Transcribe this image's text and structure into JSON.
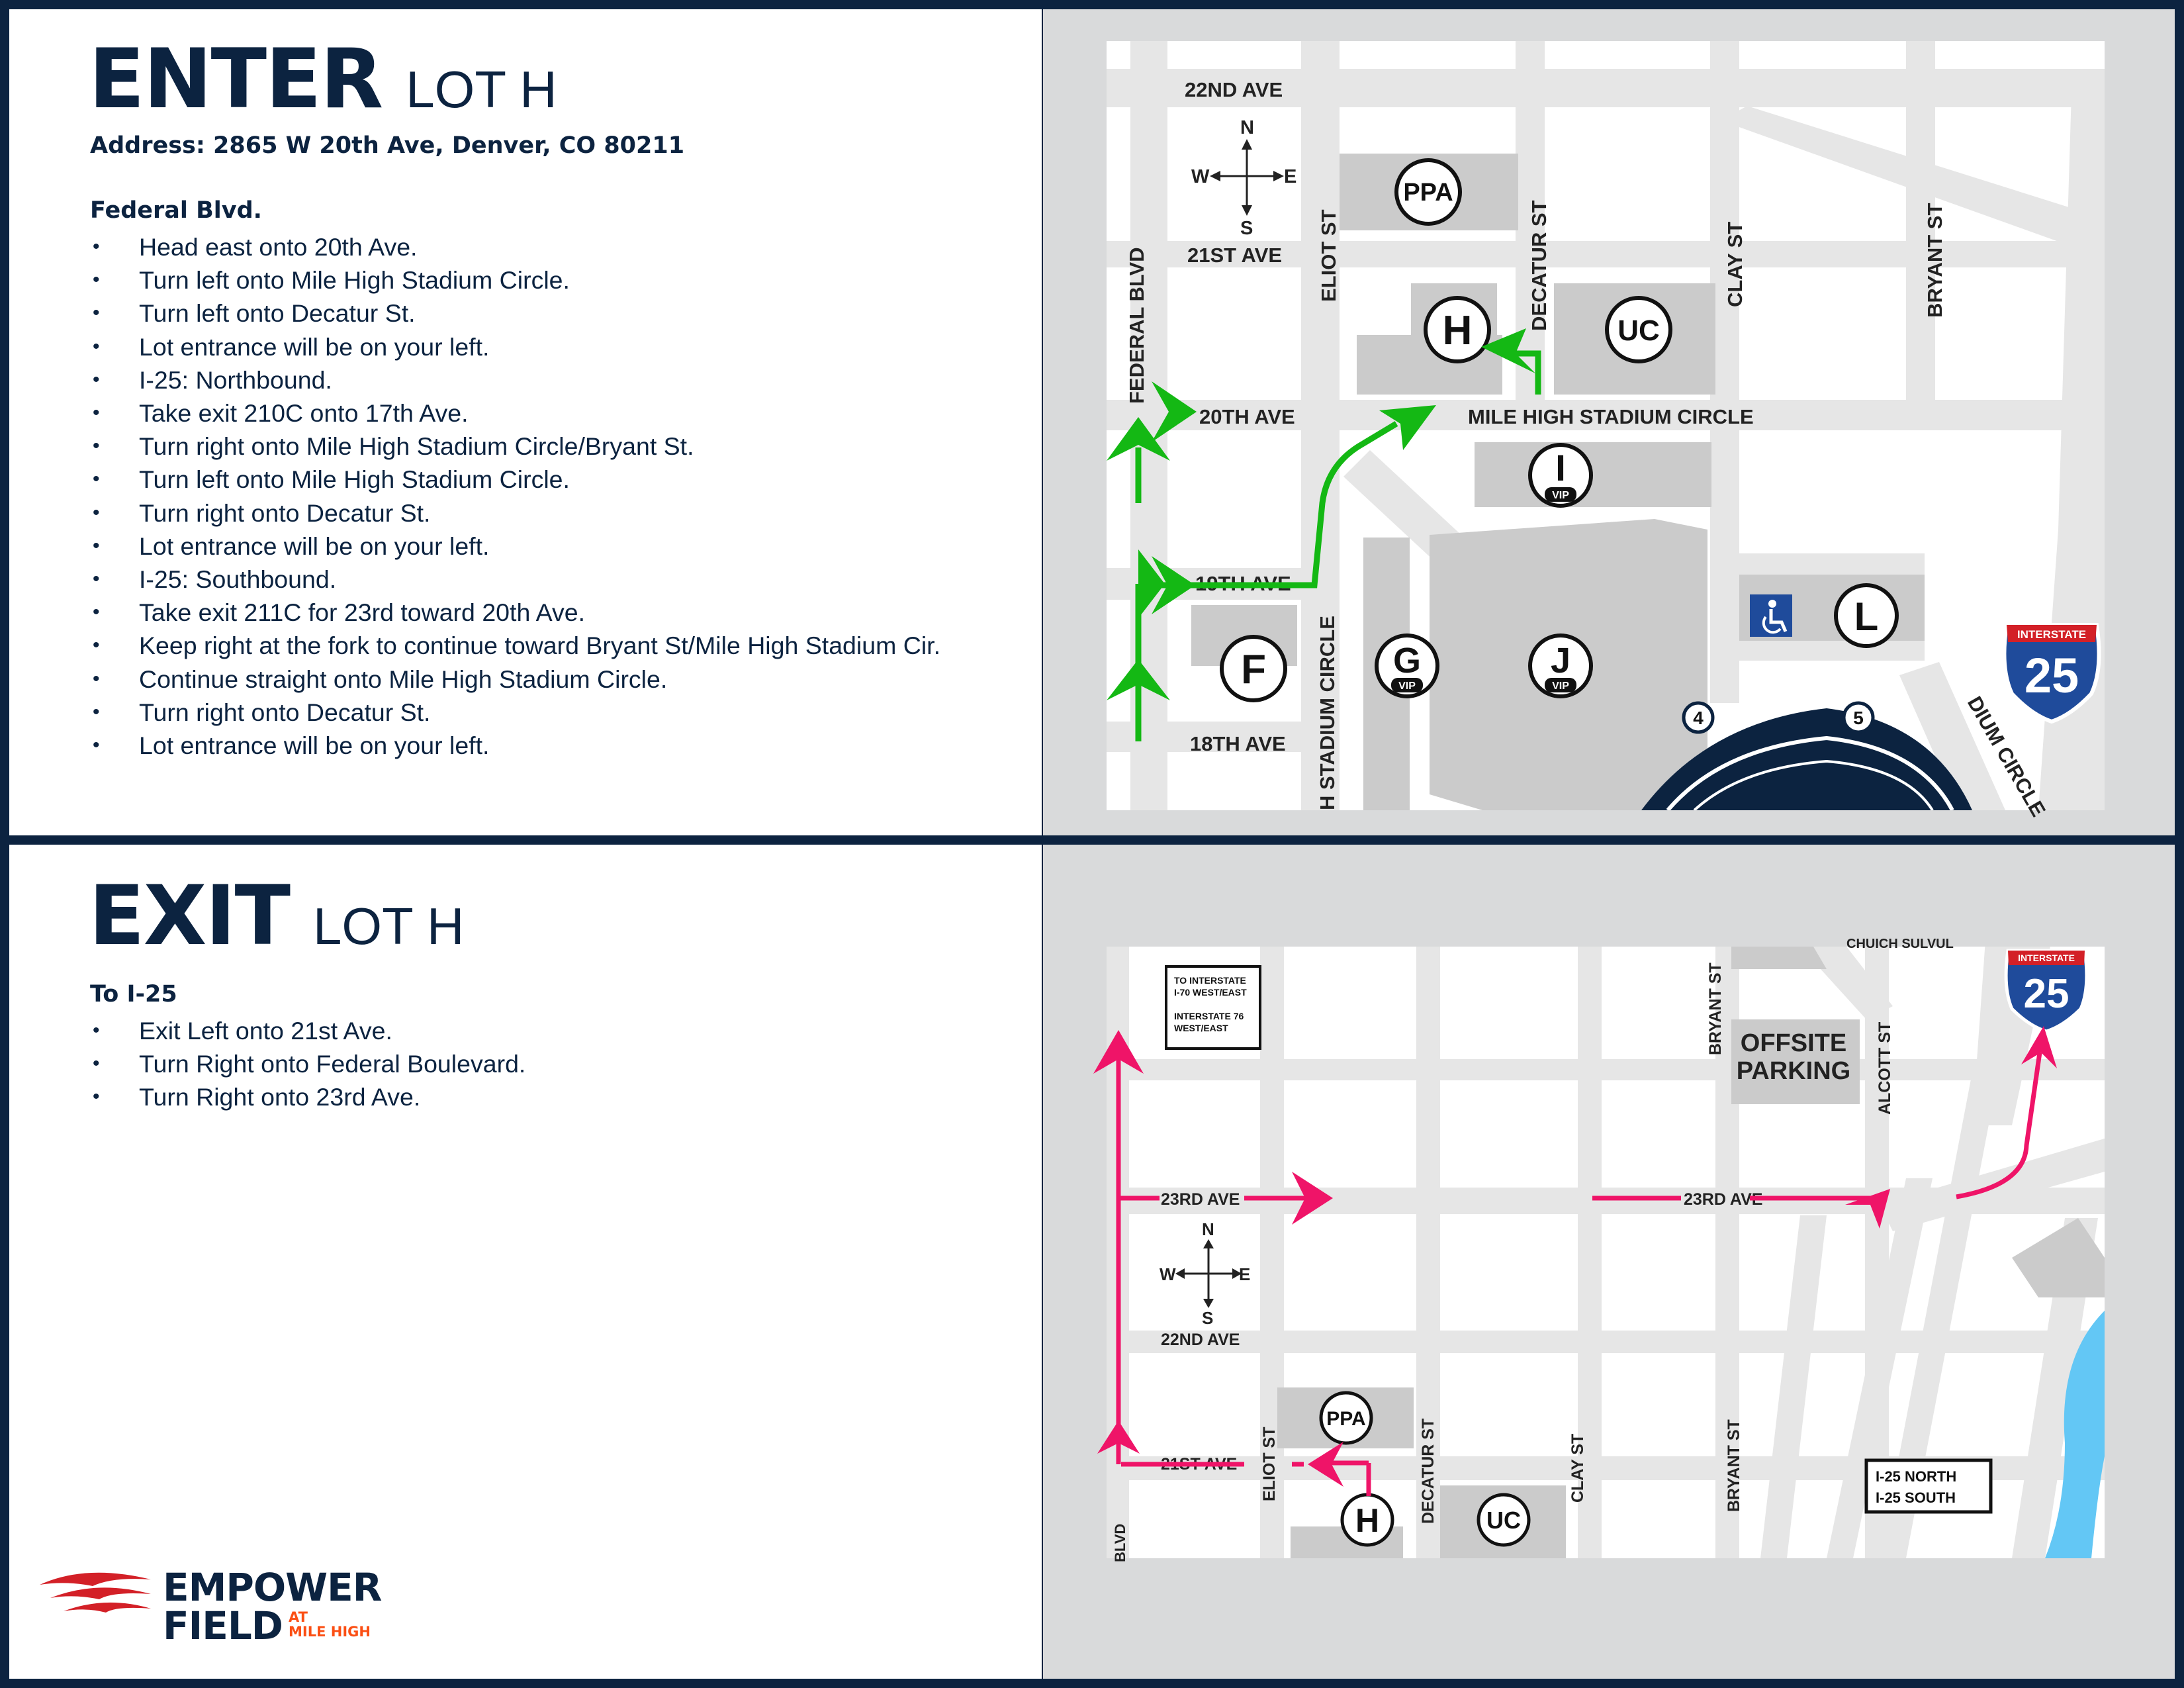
{
  "colors": {
    "navy": "#0c2340",
    "orange": "#fb4f14",
    "enter_route": "#14b814",
    "exit_route": "#ef1468",
    "map_background": "#d9dadb",
    "street": "#e6e6e6",
    "lot": "#cbcbcb",
    "river": "#63c7f5",
    "interstate_blue": "#1f4b9b",
    "interstate_red": "#d32027"
  },
  "enter": {
    "title": "ENTER",
    "lot": "LOT H",
    "address": "Address: 2865 W 20th Ave, Denver, CO 80211",
    "section_heading": "Federal Blvd.",
    "steps": [
      "Head east onto 20th Ave.",
      "Turn left onto Mile High Stadium Circle.",
      "Turn left onto Decatur St.",
      "Lot entrance will be on your left.",
      "I-25: Northbound.",
      "Take exit 210C onto 17th Ave.",
      "Turn right onto Mile High Stadium Circle/Bryant St.",
      "Turn left onto Mile High Stadium Circle.",
      "Turn right onto Decatur St.",
      "Lot entrance will be on your left.",
      "I-25: Southbound.",
      "Take exit 211C for 23rd toward 20th Ave.",
      "Keep right at the fork to continue toward Bryant St/Mile High Stadium Cir.",
      "Continue straight onto Mile High Stadium Circle.",
      "Turn right onto Decatur St.",
      "Lot entrance will be on your left."
    ]
  },
  "exit": {
    "title": "EXIT",
    "lot": "LOT H",
    "section_heading": "To I-25",
    "steps": [
      "Exit Left onto 21st Ave.",
      "Turn Right onto Federal Boulevard.",
      "Turn Right onto 23rd Ave."
    ]
  },
  "logo": {
    "line1": "EMPOWER",
    "line2": "FIELD",
    "at": "AT",
    "mile_high": "MILE HIGH"
  },
  "enter_map": {
    "streets": {
      "ave_22nd": "22ND AVE",
      "ave_21st": "21ST AVE",
      "ave_20th": "20TH AVE",
      "ave_19th": "19TH AVE",
      "ave_18th": "18TH AVE",
      "federal": "FEDERAL BLVD",
      "eliot": "ELIOT ST",
      "decatur": "DECATUR ST",
      "clay": "CLAY ST",
      "bryant": "BRYANT ST",
      "mile_high_circle": "MILE HIGH STADIUM CIRCLE",
      "stadium_circle_vertical": "H STADIUM CIRCLE",
      "stadium_circle_curve": "DIUM CIRCLE"
    },
    "compass": {
      "n": "N",
      "s": "S",
      "e": "E",
      "w": "W"
    },
    "lots": {
      "ppa": "PPA",
      "h": "H",
      "uc": "UC",
      "i": "I",
      "f": "F",
      "g": "G",
      "j": "J",
      "l": "L",
      "vip": "VIP"
    },
    "gates": {
      "gate4": "4",
      "gate5": "5"
    },
    "shield": {
      "label": "INTERSTATE",
      "number": "25"
    },
    "accessible_icon": "wheelchair-icon"
  },
  "exit_map": {
    "streets": {
      "ave_23rd_west": "23RD AVE",
      "ave_23rd_east": "23RD AVE",
      "ave_22nd": "22ND AVE",
      "ave_21st": "21ST AVE",
      "eliot": "ELIOT ST",
      "decatur": "DECATUR ST",
      "clay": "CLAY ST",
      "bryant_north": "BRYANT ST",
      "bryant_south": "BRYANT ST",
      "alcott": "ALCOTT ST",
      "blvd": "BLVD",
      "top_cut": "CHUICH SULVUL"
    },
    "sign_interstate": [
      "TO INTERSTATE",
      "I-70 WEST/EAST",
      "INTERSTATE 76",
      "WEST/EAST"
    ],
    "sign_i25": [
      "I-25 NORTH",
      "I-25 SOUTH"
    ],
    "offsite_parking": [
      "OFFSITE",
      "PARKING"
    ],
    "compass": {
      "n": "N",
      "s": "S",
      "e": "E",
      "w": "W"
    },
    "lots": {
      "ppa": "PPA",
      "h": "H",
      "uc": "UC"
    },
    "shield": {
      "label": "INTERSTATE",
      "number": "25"
    }
  }
}
